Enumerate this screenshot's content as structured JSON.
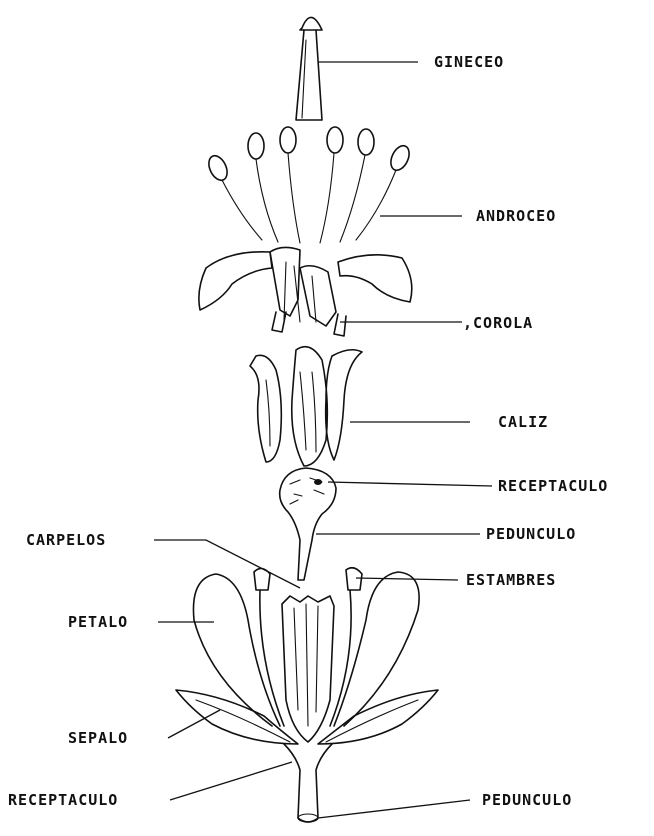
{
  "labels": {
    "gineceo": "GINECEO",
    "androceo": "ANDROCEO",
    "corola": ",COROLA",
    "caliz": "CALIZ",
    "receptaculo_top": "RECEPTACULO",
    "pedunculo_top": "PEDUNCULO",
    "carpelos": "CARPELOS",
    "estambres": "ESTAMBRES",
    "petalo": "PETALO",
    "sepalo": "SEPALO",
    "receptaculo_bottom": "RECEPTACULO",
    "pedunculo_bottom": "PEDUNCULO"
  }
}
